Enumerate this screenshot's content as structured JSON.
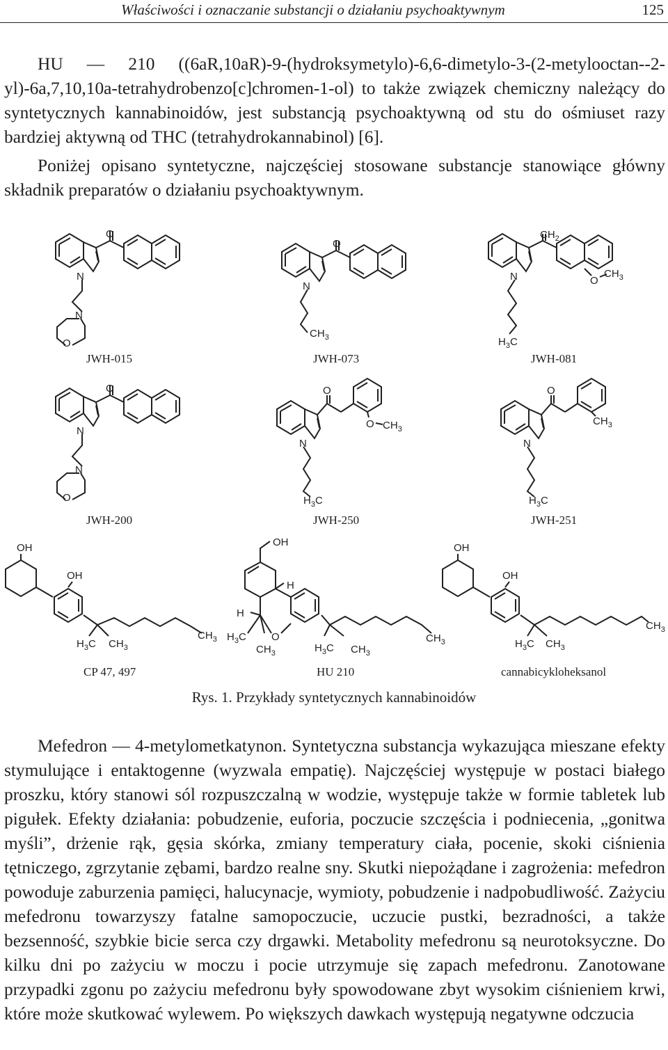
{
  "header": {
    "title": "Właściwości i oznaczanie substancji o działaniu psychoaktywnym",
    "page_number": "125"
  },
  "paragraph1": "HU — 210 ((6aR,10aR)-9-(hydroksymetylo)-6,6-dimetylo-3-(2-metylooctan--2-yl)-6a,7,10,10a-tetrahydrobenzo[c]chromen-1-ol) to także związek chemiczny należący do syntetycznych kannabinoidów, jest substancją psychoaktywną od stu do ośmiuset razy bardziej aktywną od THC (tetrahydrokannabinol) [6].",
  "paragraph2": "Poniżej opisano syntetyczne, najczęściej stosowane substancje stanowiące główny składnik preparatów o działaniu psychoaktywnym.",
  "figure": {
    "compounds": [
      "JWH-015",
      "JWH-073",
      "JWH-081",
      "JWH-200",
      "JWH-250",
      "JWH-251",
      "CP 47, 497",
      "HU 210",
      "cannabicykloheksanol"
    ],
    "caption": "Rys. 1. Przykłady syntetycznych kannabinoidów",
    "atoms": {
      "O": "O",
      "N": "N",
      "OH": "OH",
      "H": "H",
      "CH": "CH",
      "C": "C",
      "H3": "H",
      "sub2": "2",
      "sub3": "3"
    }
  },
  "paragraph3": "Mefedron — 4-metylometkatynon. Syntetyczna substancja wykazująca mieszane efekty stymulujące i entaktogenne (wyzwala empatię). Najczęściej występuje w postaci białego proszku, który stanowi sól rozpuszczalną w wodzie, występuje także w formie tabletek lub pigułek. Efekty działania: pobudzenie, euforia, poczucie szczęścia i podniecenia, „gonitwa myśli”, drżenie rąk, gęsia skórka, zmiany temperatury ciała, pocenie, skoki ciśnienia tętniczego, zgrzytanie zębami, bardzo realne sny. Skutki niepożądane i zagrożenia: mefedron powoduje zaburzenia pamięci, halucynacje, wymioty, pobudzenie i nadpobudliwość. Zażyciu mefedronu towarzyszy fatalne samopoczucie, uczucie pustki, bezradności, a także bezsenność, szybkie bicie serca czy drgawki. Metabolity mefedronu są neurotoksyczne. Do kilku dni po zażyciu w moczu i pocie utrzymuje się zapach mefedronu. Zanotowane przypadki zgonu po zażyciu mefedronu były spowodowane zbyt wysokim ciśnieniem krwi, które może skutkować wylewem. Po większych dawkach występują negatywne odczucia"
}
